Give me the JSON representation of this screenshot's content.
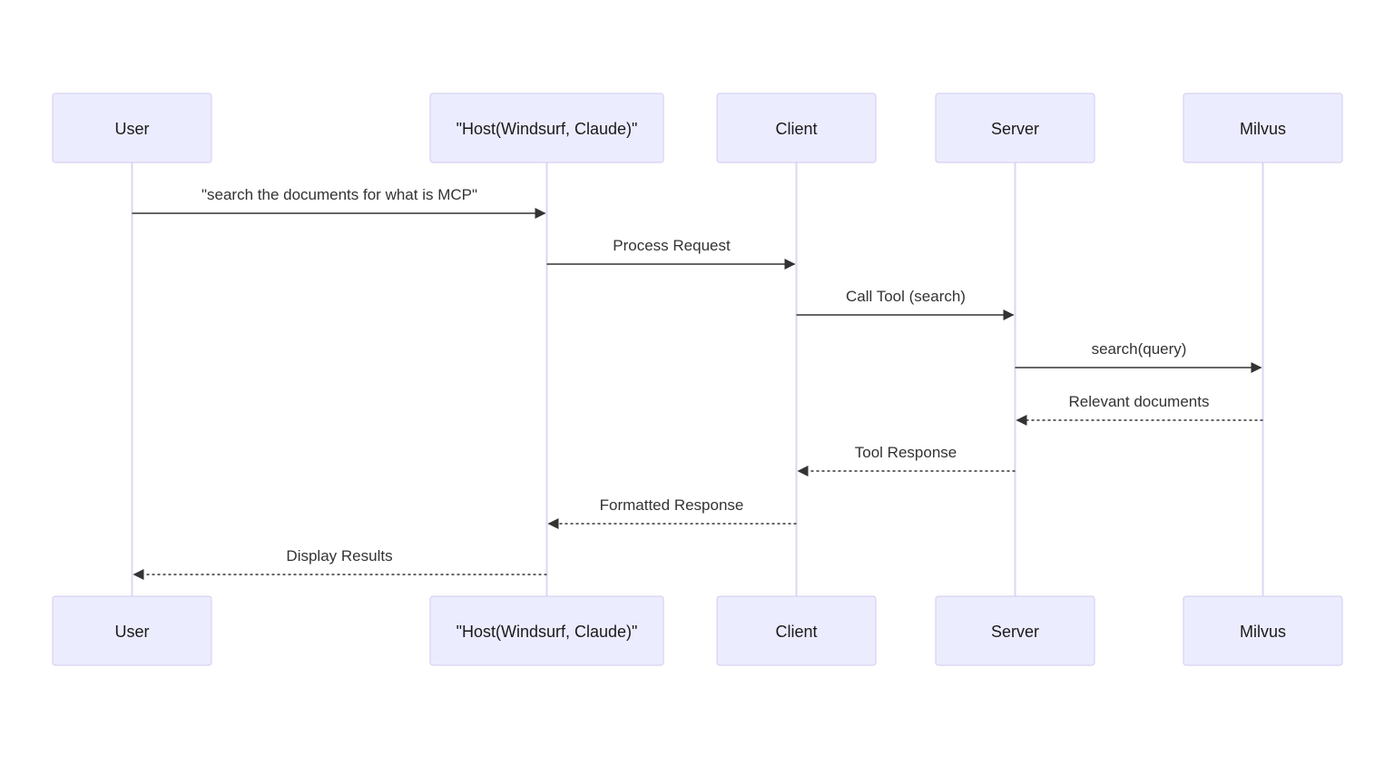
{
  "participants": [
    {
      "id": "user",
      "label": "User"
    },
    {
      "id": "host",
      "label": "\"Host(Windsurf, Claude)\""
    },
    {
      "id": "client",
      "label": "Client"
    },
    {
      "id": "server",
      "label": "Server"
    },
    {
      "id": "milvus",
      "label": "Milvus"
    }
  ],
  "messages": [
    {
      "from": "user",
      "to": "host",
      "label": "\"search the documents for what is MCP\"",
      "style": "solid"
    },
    {
      "from": "host",
      "to": "client",
      "label": "Process Request",
      "style": "solid"
    },
    {
      "from": "client",
      "to": "server",
      "label": "Call Tool (search)",
      "style": "solid"
    },
    {
      "from": "server",
      "to": "milvus",
      "label": "search(query)",
      "style": "solid"
    },
    {
      "from": "milvus",
      "to": "server",
      "label": "Relevant documents",
      "style": "dashed"
    },
    {
      "from": "server",
      "to": "client",
      "label": "Tool Response",
      "style": "dashed"
    },
    {
      "from": "client",
      "to": "host",
      "label": "Formatted Response",
      "style": "dashed"
    },
    {
      "from": "host",
      "to": "user",
      "label": "Display Results",
      "style": "dashed"
    }
  ],
  "colors": {
    "actor_fill": "#ECECFF",
    "actor_border": "#D6D2F0",
    "lifeline": "#DCD6F2",
    "message": "#333333"
  }
}
